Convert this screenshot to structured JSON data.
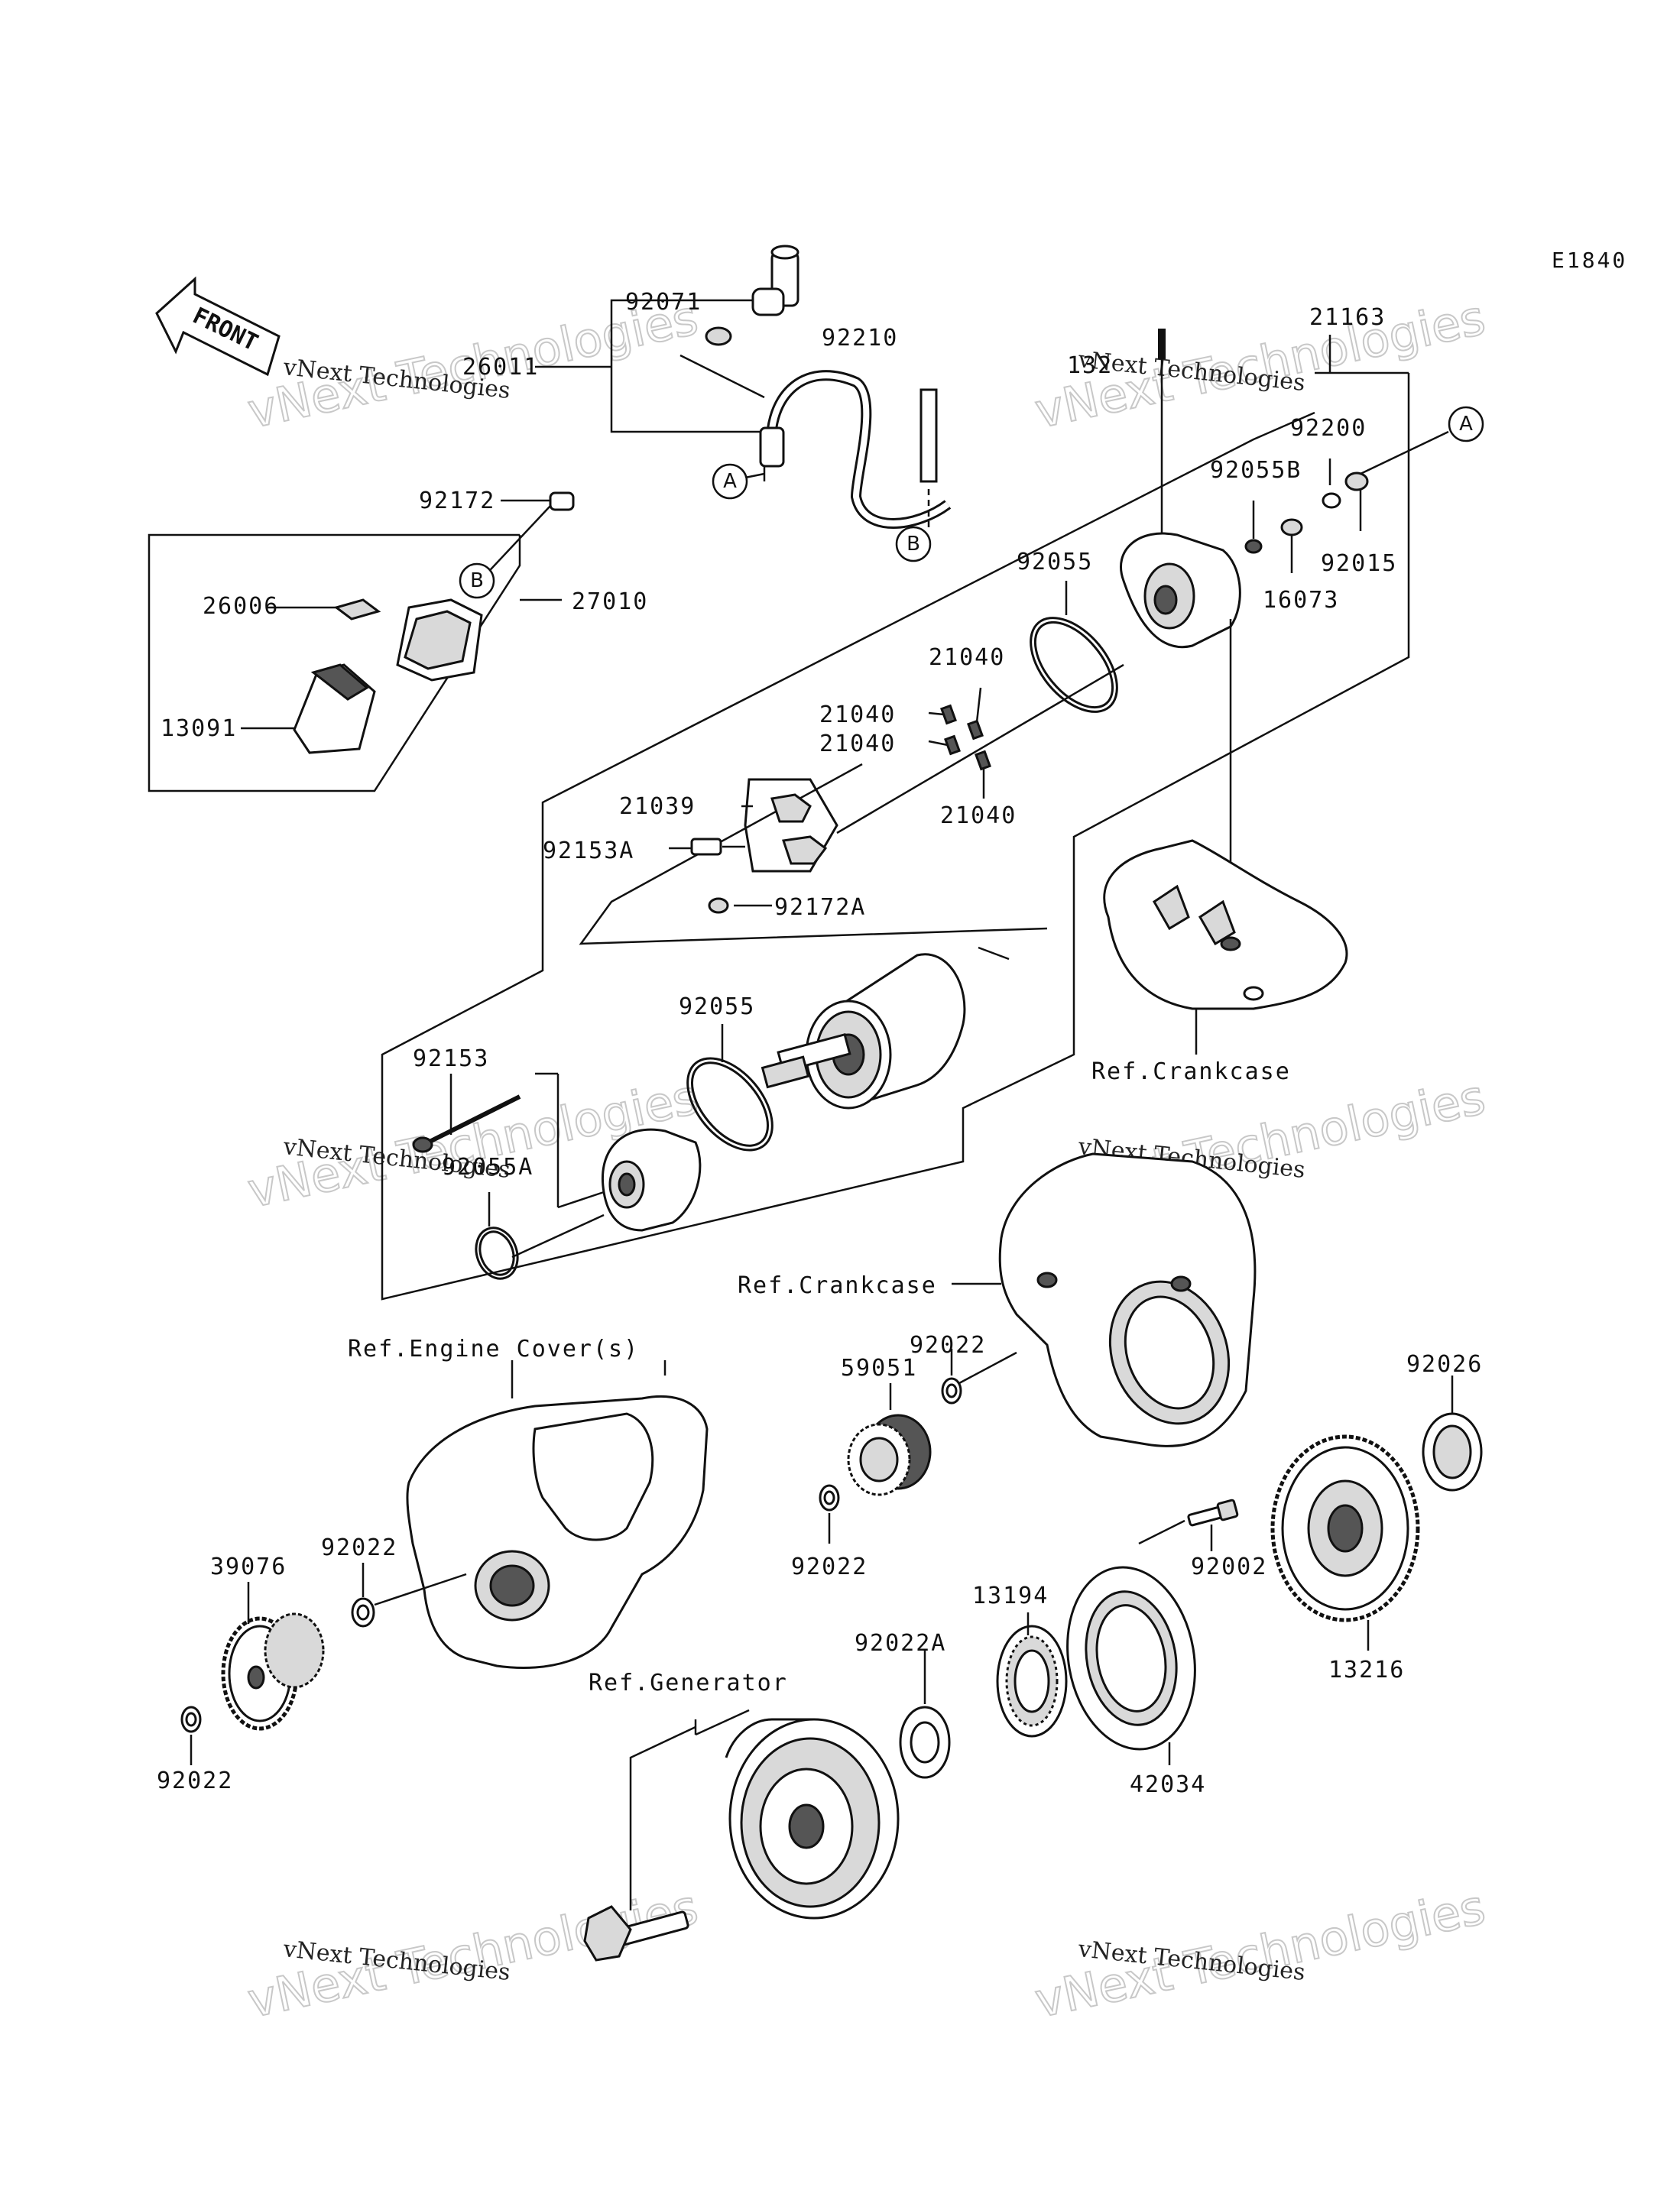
{
  "diagram_code": "E1840",
  "front_label": "FRONT",
  "watermark": {
    "line1": "vNext Technologies",
    "big": "vNext Technologies"
  },
  "callouts": {
    "a": "A",
    "b": "B"
  },
  "parts": {
    "p92071": "92071",
    "p92210": "92210",
    "p26011": "26011",
    "p21163": "21163",
    "p132": "132",
    "p92200": "92200",
    "p92055B": "92055B",
    "p92015": "92015",
    "p16073": "16073",
    "p92172": "92172",
    "p26006": "26006",
    "p27010": "27010",
    "p13091": "13091",
    "p92055_top": "92055",
    "p21040_a": "21040",
    "p21040_b": "21040",
    "p21040_c": "21040",
    "p21040_d": "21040",
    "p21039": "21039",
    "p92153A": "92153A",
    "p92172A": "92172A",
    "p92055_mid": "92055",
    "p92153": "92153",
    "p92055A": "92055A",
    "p92022_a": "92022",
    "p59051": "59051",
    "p92026": "92026",
    "p92022_b": "92022",
    "p92022_c": "92022",
    "p39076": "39076",
    "p92002": "92002",
    "p13194": "13194",
    "p92022A": "92022A",
    "p13216": "13216",
    "p92022_d": "92022",
    "p42034": "42034"
  },
  "refs": {
    "crankcase_1": "Ref.Crankcase",
    "crankcase_2": "Ref.Crankcase",
    "engine_cover": "Ref.Engine Cover(s)",
    "generator": "Ref.Generator"
  }
}
